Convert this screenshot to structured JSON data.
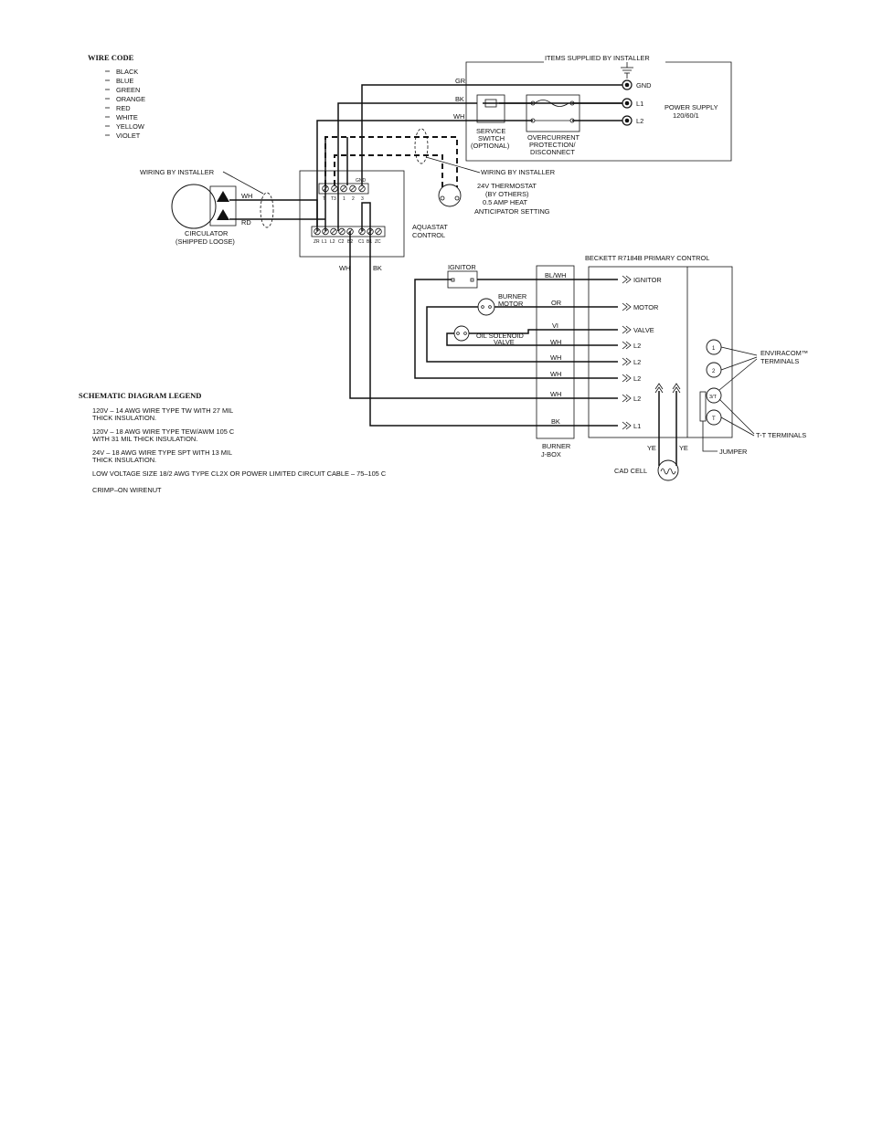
{
  "wire_code": {
    "title": "WIRE CODE",
    "colors": [
      "BLACK",
      "BLUE",
      "GREEN",
      "ORANGE",
      "RED",
      "WHITE",
      "YELLOW",
      "VIOLET"
    ]
  },
  "installer": {
    "items_supplied": "ITEMS SUPPLIED BY INSTALLER",
    "power_supply_1": "POWER SUPPLY",
    "power_supply_2": "120/60/1",
    "gnd": "GND",
    "l1": "L1",
    "l2": "L2",
    "wire_gr": "GR",
    "wire_bk": "BK",
    "wire_wh": "WH",
    "service_switch_1": "SERVICE",
    "service_switch_2": "SWITCH",
    "service_switch_3": "(OPTIONAL)",
    "overcurrent_1": "OVERCURRENT",
    "overcurrent_2": "PROTECTION/",
    "overcurrent_3": "DISCONNECT"
  },
  "thermostat": {
    "wiring_by_installer": "WIRING BY INSTALLER",
    "line1": "24V THERMOSTAT",
    "line2": "(BY OTHERS)",
    "line3": "0.5 AMP HEAT",
    "line4": "ANTICIPATOR SETTING"
  },
  "circulator": {
    "wiring_by_installer": "WIRING BY INSTALLER",
    "wh": "WH",
    "rd": "RD",
    "label1": "CIRCULATOR",
    "label2": "(SHIPPED LOOSE)"
  },
  "aquastat": {
    "label1": "AQUASTAT",
    "label2": "CONTROL",
    "top_terminals": [
      "T",
      "T3",
      "1",
      "2",
      "3"
    ],
    "top_gnd": "GND",
    "bottom_terminals": [
      "ZR",
      "L1",
      "L2",
      "C2",
      "B2",
      "C1",
      "B1",
      "ZC"
    ],
    "out_wh": "WH",
    "out_bk": "BK"
  },
  "burner": {
    "ignitor": "IGNITOR",
    "burner_motor_1": "BURNER",
    "burner_motor_2": "MOTOR",
    "oil_valve_1": "OIL SOLENOID",
    "oil_valve_2": "VALVE",
    "jbox_1": "BURNER",
    "jbox_2": "J-BOX",
    "jbox_wires": [
      "BL/WH",
      "OR",
      "VI",
      "WH",
      "WH",
      "WH",
      "WH",
      "BK"
    ]
  },
  "primary": {
    "title": "BECKETT R7184B PRIMARY CONTROL",
    "terminals": [
      "IGNITOR",
      "MOTOR",
      "VALVE",
      "L2",
      "L2",
      "L2",
      "L2",
      "L1"
    ],
    "enviracom": "ENVIRACOM™",
    "terminals_word": "TERMINALS",
    "t_t": "T-T TERMINALS",
    "jumper": "JUMPER",
    "cad_cell": "CAD CELL",
    "ye_left": "YE",
    "ye_right": "YE",
    "circle_1": "1",
    "circle_2": "2",
    "circle_3": "3/T",
    "circle_t": "T"
  },
  "legend": {
    "title": "SCHEMATIC DIAGRAM LEGEND",
    "item1_l1": "120V – 14 AWG WIRE TYPE TW WITH 27 MIL",
    "item1_l2": "THICK INSULATION.",
    "item2_l1": "120V – 18 AWG WIRE TYPE TEW/AWM 105 C",
    "item2_l2": "WITH 31 MIL THICK INSULATION.",
    "item3_l1": "24V – 18 AWG WIRE TYPE SPT WITH 13 MIL",
    "item3_l2": "THICK INSULATION.",
    "item4": "LOW VOLTAGE SIZE 18/2 AWG TYPE CL2X OR POWER LIMITED CIRCUIT CABLE – 75–105 C",
    "item5": "CRIMP–ON WIRENUT"
  }
}
